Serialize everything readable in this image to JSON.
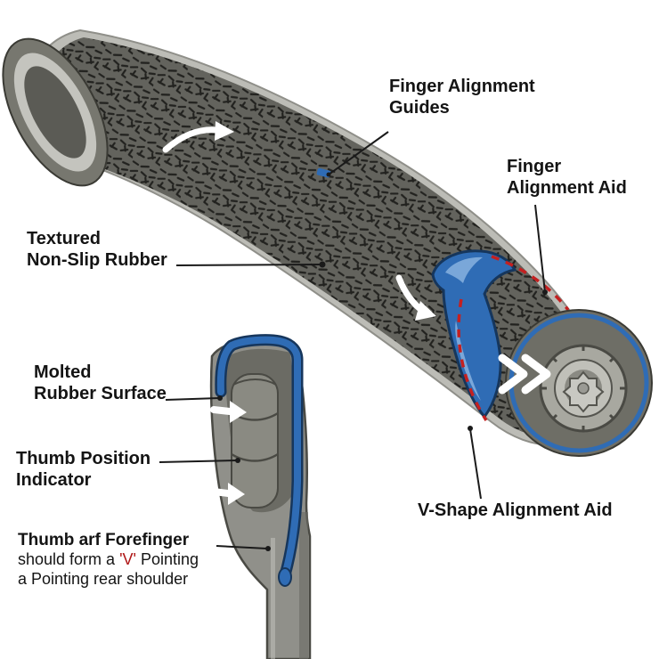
{
  "figure": {
    "labels": {
      "finger_guides": {
        "line1": "Finger Alignment",
        "line2": "Guides"
      },
      "finger_aid": {
        "line1": "Finger",
        "line2": "Alignment Aid"
      },
      "textured": {
        "line1": "Textured",
        "line2": "Non-Slip Rubber"
      },
      "molted": {
        "line1": "Molted",
        "line2": "Rubber Surface"
      },
      "thumb_position": {
        "line1": "Thumb Position",
        "line2": "Indicator"
      },
      "thumb_v": {
        "line1": "Thumb arf Forefinger",
        "line2_prefix": "should form a ",
        "line2_v": "'V'",
        "line2_suffix": " Pointing",
        "line3": "a Pointing rear shoulder"
      },
      "v_shape": {
        "line1": "V-Shape Alignment Aid"
      }
    },
    "icons": {
      "flow_arrow": "white curved directional arrow",
      "double_chevron": "double white chevron toward end cap"
    },
    "colors": {
      "background": "#ffffff",
      "grip_rubber": "#60605a",
      "texture_marks": "#21211e",
      "silver_trim": "#bcbcb6",
      "accent_blue": "#2f6cb5",
      "accent_blue_dark": "#16365c",
      "dashed_red": "#c42020",
      "label_text": "#141414",
      "v_red": "#b01818"
    }
  }
}
